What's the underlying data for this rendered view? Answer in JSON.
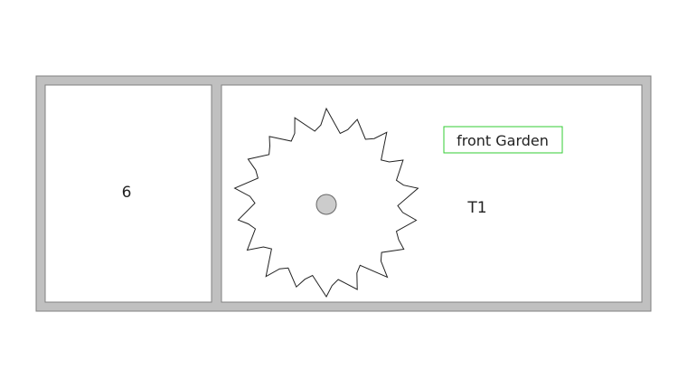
{
  "plan": {
    "frame_color": "#c0c0c0",
    "wall_stroke": "#808080",
    "room_fill": "#ffffff",
    "rooms": [
      {
        "id": "left",
        "label": "6"
      },
      {
        "id": "right",
        "label": "T1"
      }
    ],
    "tree": {
      "icon": "tree-canopy-icon",
      "trunk_color": "#cccccc",
      "outline_color": "#222222"
    },
    "tag": {
      "text": "front Garden",
      "border_color": "#33cc33"
    }
  }
}
